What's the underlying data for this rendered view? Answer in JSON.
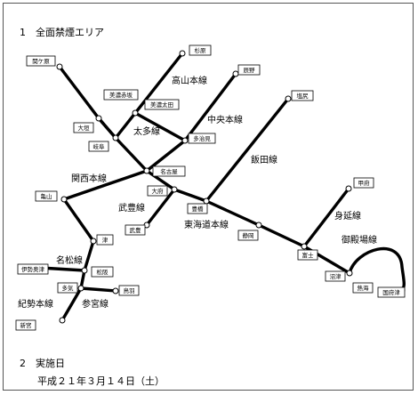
{
  "section1": {
    "number": "1",
    "title": "全面禁煙エリア"
  },
  "section2": {
    "number": "2",
    "title": "実施日",
    "date": "平成２１年３月１４日（土）"
  },
  "line_names": {
    "takayama": "高山本線",
    "chuo": "中央本線",
    "taita": "太多線",
    "iida": "飯田線",
    "kansai": "関西本線",
    "taketoyo": "武豊線",
    "tokaido": "東海道本線",
    "minobu": "身延線",
    "gotemba": "御殿場線",
    "meisho": "名松線",
    "kisei": "紀勢本線",
    "sangu": "参宮線"
  },
  "stations": {
    "sekigahara": "関ケ原",
    "ogaki": "大垣",
    "gifu": "岐阜",
    "minoakasaka": "美濃赤坂",
    "minoota": "美濃太田",
    "sugihara": "杉原",
    "tajimi": "多治見",
    "shiojiri": "塩尻",
    "tatsuno": "辰野",
    "nagoya": "名古屋",
    "obu": "大府",
    "taketoyo": "武豊",
    "toyohashi": "豊橋",
    "kameyama": "亀山",
    "tsu": "津",
    "ise_okitsu": "伊勢奥津",
    "matsusaka": "松阪",
    "taki": "多気",
    "toba": "鳥羽",
    "shingu": "新宮",
    "shizuoka": "静岡",
    "fuji": "富士",
    "kofu": "甲府",
    "numazu": "沼津",
    "atami": "熱海",
    "kozu": "国府津"
  }
}
